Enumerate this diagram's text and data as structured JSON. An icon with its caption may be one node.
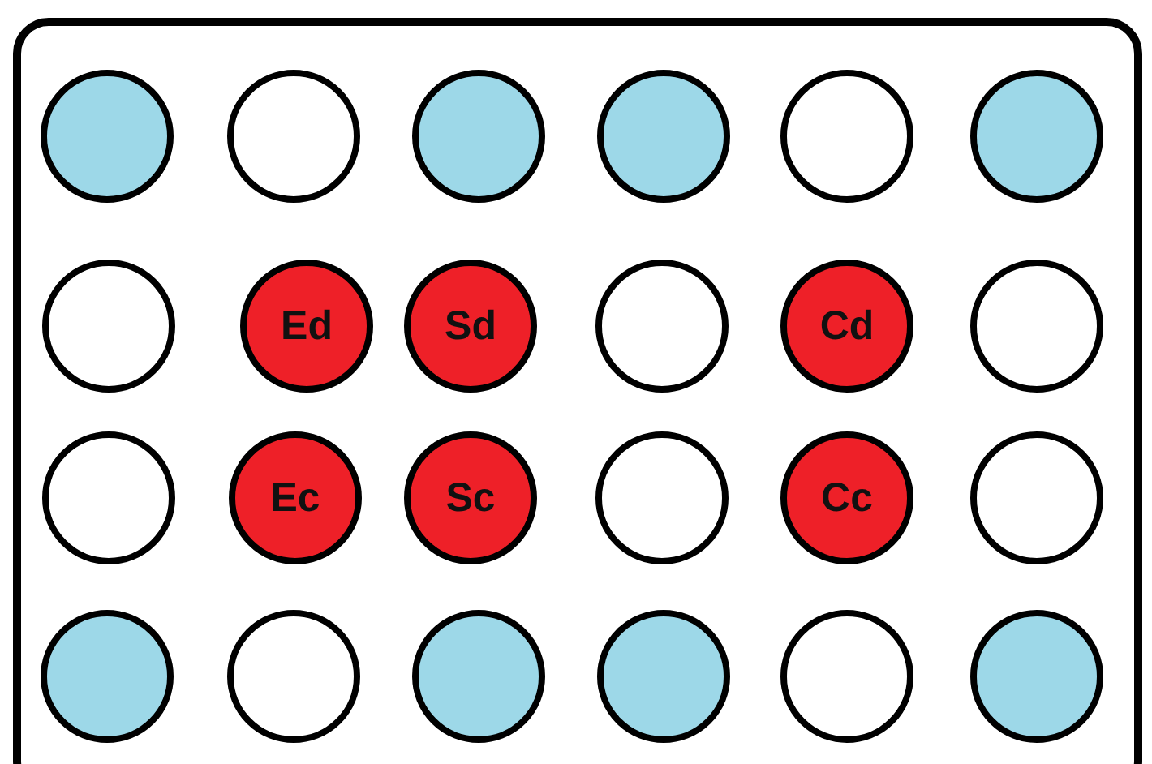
{
  "diagram": {
    "nodes": [
      {
        "text": [],
        "shape": "box"
      },
      {
        "text": [],
        "shape": "circle",
        "in": 0
      },
      {
        "text": [],
        "shape": "circle",
        "in": 0
      },
      {
        "text": [],
        "shape": "circle",
        "in": 0
      },
      {
        "text": [],
        "shape": "circle",
        "in": 0
      },
      {
        "text": [],
        "shape": "circle",
        "in": 0
      },
      {
        "text": [],
        "shape": "circle",
        "in": 0
      },
      {
        "text": [],
        "shape": "circle",
        "in": 0
      },
      {
        "text": [
          "Ed"
        ],
        "in": 0
      },
      {
        "text": [
          "Sd"
        ],
        "in": 0
      },
      {
        "text": [],
        "shape": "circle",
        "in": 0
      },
      {
        "text": [
          "Cd"
        ],
        "in": 0
      },
      {
        "text": [],
        "shape": "circle",
        "in": 0
      },
      {
        "text": [],
        "shape": "circle",
        "in": 0
      },
      {
        "text": [
          "Ec"
        ],
        "in": 0
      },
      {
        "text": [
          "Sc"
        ],
        "in": 0
      },
      {
        "text": [],
        "shape": "circle",
        "in": 0
      },
      {
        "text": [
          "Cc"
        ],
        "in": 0
      },
      {
        "text": [],
        "shape": "circle",
        "in": 0
      },
      {
        "text": [],
        "shape": "circle",
        "in": 0
      },
      {
        "text": [],
        "shape": "circle",
        "in": 0
      },
      {
        "text": [],
        "shape": "circle",
        "in": 0
      },
      {
        "text": [],
        "shape": "circle",
        "in": 0
      },
      {
        "text": [],
        "shape": "circle",
        "in": 0
      },
      {
        "text": [],
        "shape": "circle",
        "in": 0
      }
    ]
  }
}
